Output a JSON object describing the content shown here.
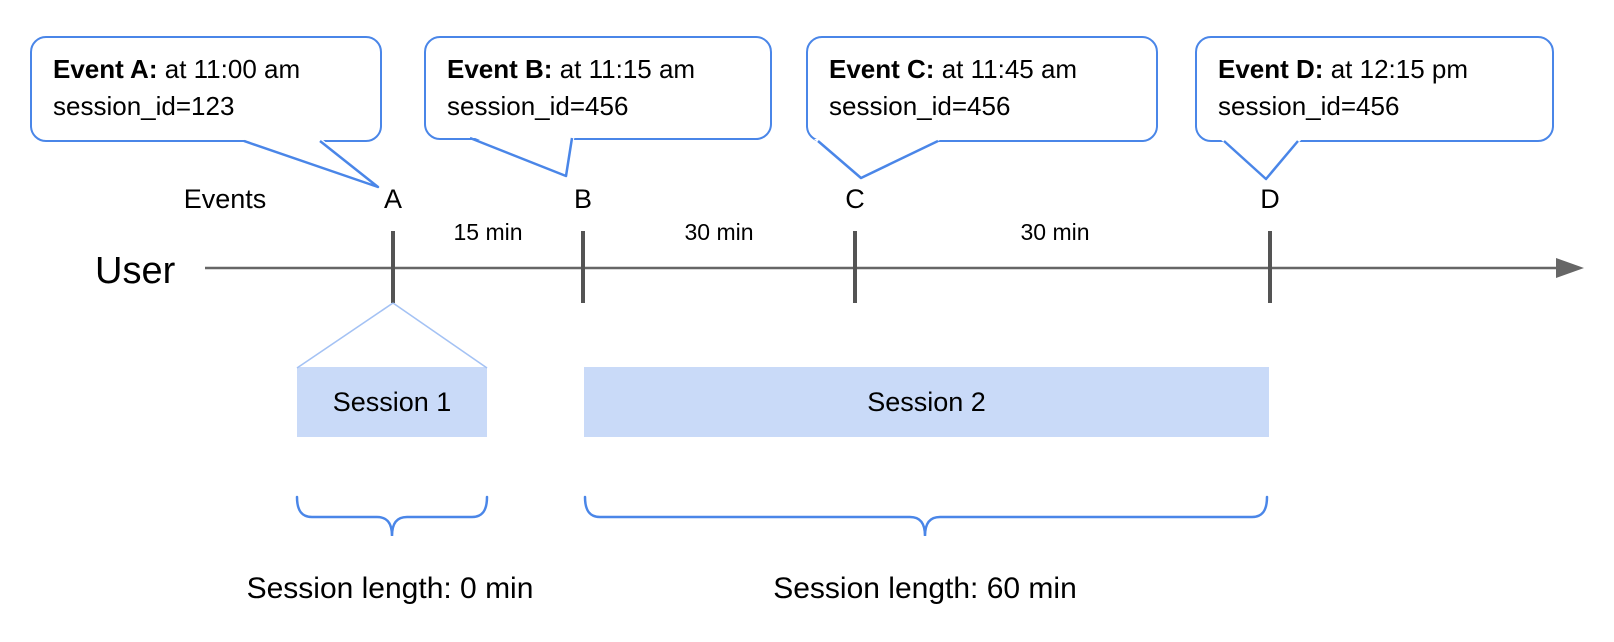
{
  "colors": {
    "callout_border_blue": "#4a86e8",
    "brace_blue": "#4a86e8",
    "funnel_light_blue": "#a4c2f4",
    "session_box_fill": "#c9daf8",
    "timeline_gray": "#666666",
    "tick_gray": "#545454",
    "text_black": "#000000"
  },
  "timeline": {
    "user_label": "User",
    "events_label": "Events",
    "gap_labels": [
      "15 min",
      "30 min",
      "30 min"
    ]
  },
  "events": [
    {
      "letter": "A",
      "callout_title": "Event A:",
      "callout_time": "at 11:00 am",
      "callout_session": "session_id=123"
    },
    {
      "letter": "B",
      "callout_title": "Event B:",
      "callout_time": "at 11:15 am",
      "callout_session": "session_id=456"
    },
    {
      "letter": "C",
      "callout_title": "Event C:",
      "callout_time": "at 11:45 am",
      "callout_session": "session_id=456"
    },
    {
      "letter": "D",
      "callout_title": "Event D:",
      "callout_time": "at 12:15 pm",
      "callout_session": "session_id=456"
    }
  ],
  "sessions": [
    {
      "name": "Session 1",
      "length_label": "Session length: 0 min"
    },
    {
      "name": "Session 2",
      "length_label": "Session length: 60 min"
    }
  ]
}
